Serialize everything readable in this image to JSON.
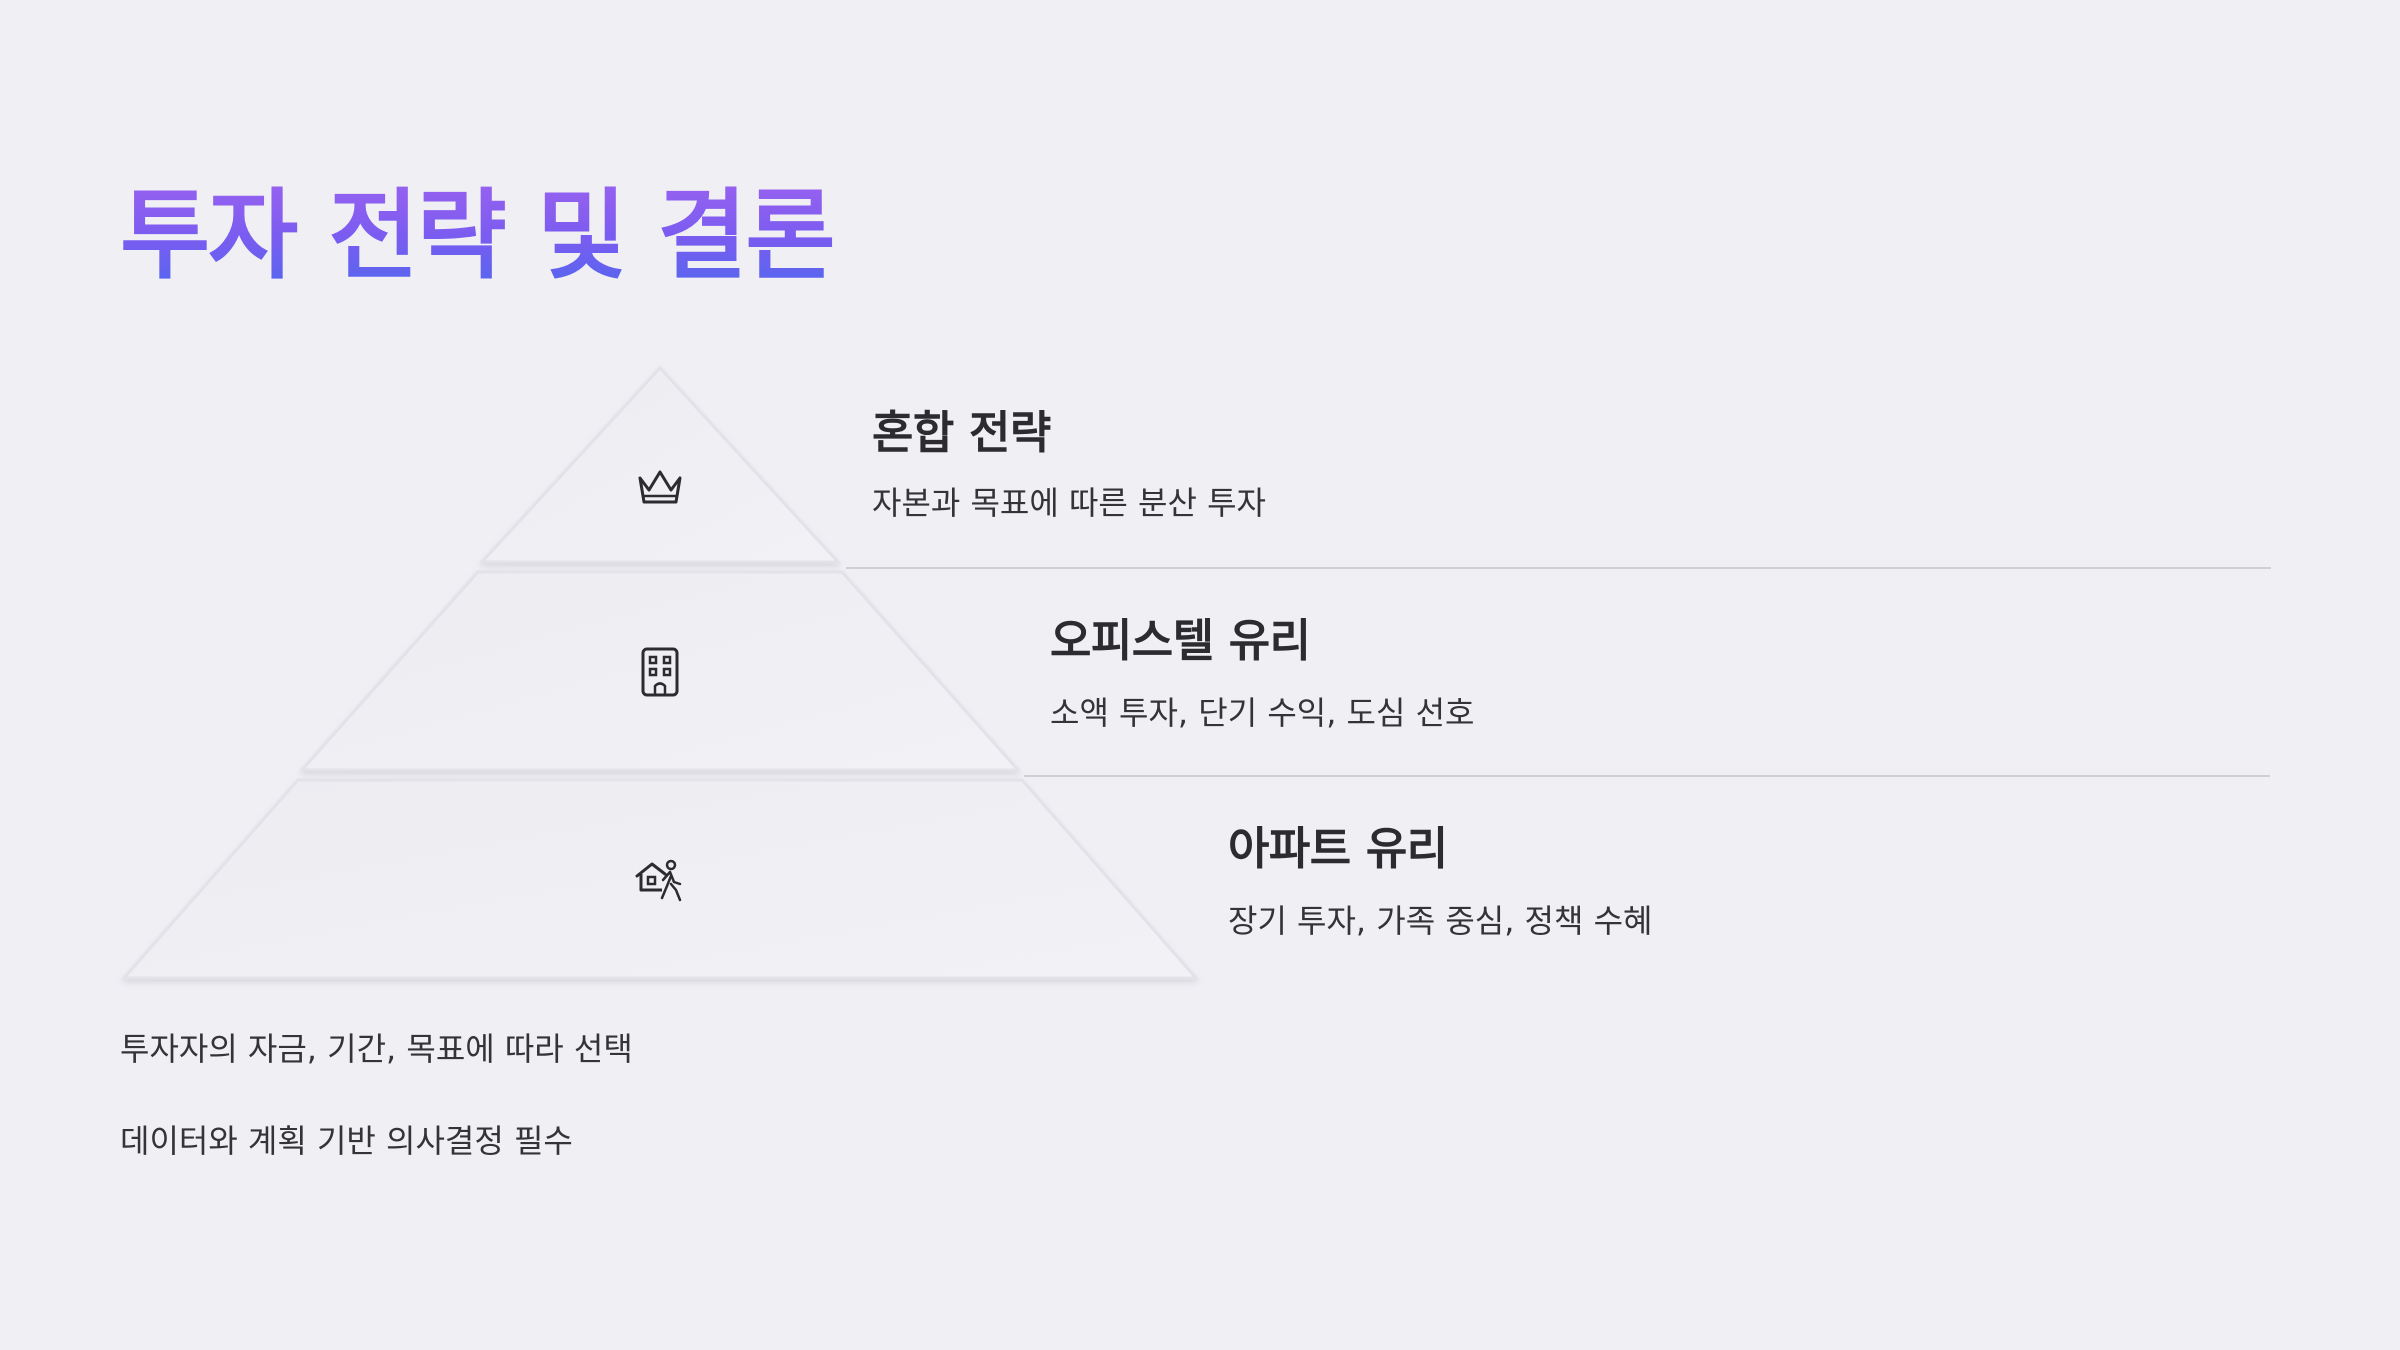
{
  "title": "투자 전략 및 결론",
  "colors": {
    "background": "#efeff4",
    "title_gradient_start": "#9a62f0",
    "title_gradient_end": "#4f68ee",
    "text": "#2b2b30",
    "divider": "#cfcfd6"
  },
  "tiers": [
    {
      "icon": "crown-icon",
      "heading": "혼합 전략",
      "description": "자본과 목표에 따른 분산 투자"
    },
    {
      "icon": "building-icon",
      "heading": "오피스텔 유리",
      "description": "소액 투자, 단기 수익, 도심 선호"
    },
    {
      "icon": "family-home-icon",
      "heading": "아파트 유리",
      "description": "장기 투자, 가족 중심, 정책 수혜"
    }
  ],
  "notes": [
    "투자자의 자금, 기간, 목표에 따라 선택",
    "데이터와 계획 기반 의사결정 필수"
  ]
}
